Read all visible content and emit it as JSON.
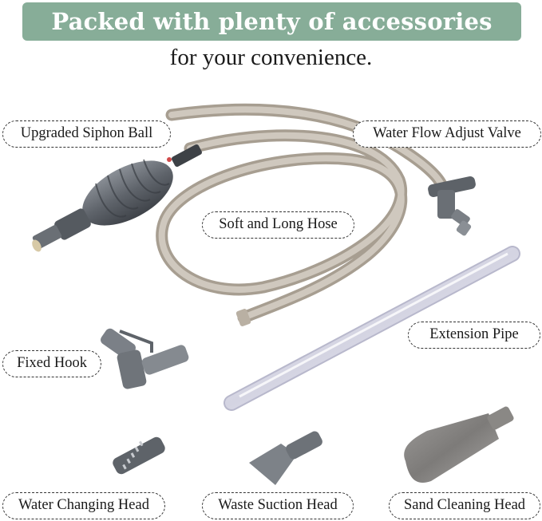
{
  "banner": {
    "title": "Packed with plenty of accessories"
  },
  "subtitle": "for your convenience.",
  "labels": {
    "siphon_ball": "Upgraded Siphon Ball",
    "valve": "Water Flow Adjust Valve",
    "hose": "Soft and Long Hose",
    "extension": "Extension Pipe",
    "hook": "Fixed Hook",
    "water_head": "Water Changing Head",
    "waste_head": "Waste Suction Head",
    "sand_head": "Sand Cleaning Head"
  },
  "colors": {
    "banner_bg": "#87ad98",
    "hose": "#b3aa9d",
    "part_gray": "#6b7078",
    "pipe": "#dcdce8"
  }
}
